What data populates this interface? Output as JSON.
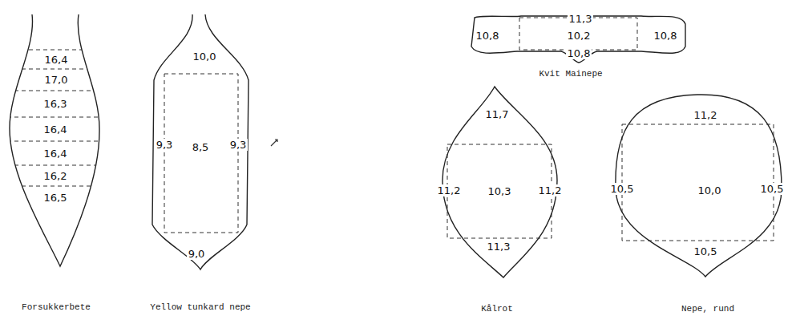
{
  "diagram": {
    "nodes": [
      {
        "text": [
          "16,4",
          "17,0",
          "16,3",
          "16,4",
          "16,4",
          "16,2",
          "16,5",
          "Forsukkerbete"
        ]
      },
      {
        "text": [
          "10,0",
          "9,3",
          "8,5",
          "9,3",
          "9,0",
          "Yellow tunkard nepe"
        ]
      },
      {
        "text": [
          "11,3",
          "10,8",
          "10,2",
          "10,8",
          "10,8",
          "Kvit Mainepe"
        ]
      },
      {
        "text": [
          "11,7",
          "11,2",
          "10,3",
          "11,2",
          "11,3",
          "Kålrot"
        ]
      },
      {
        "text": [
          "11,2",
          "10,5",
          "10,0",
          "10,5",
          "10,5",
          "Nepe, rund"
        ]
      }
    ]
  }
}
